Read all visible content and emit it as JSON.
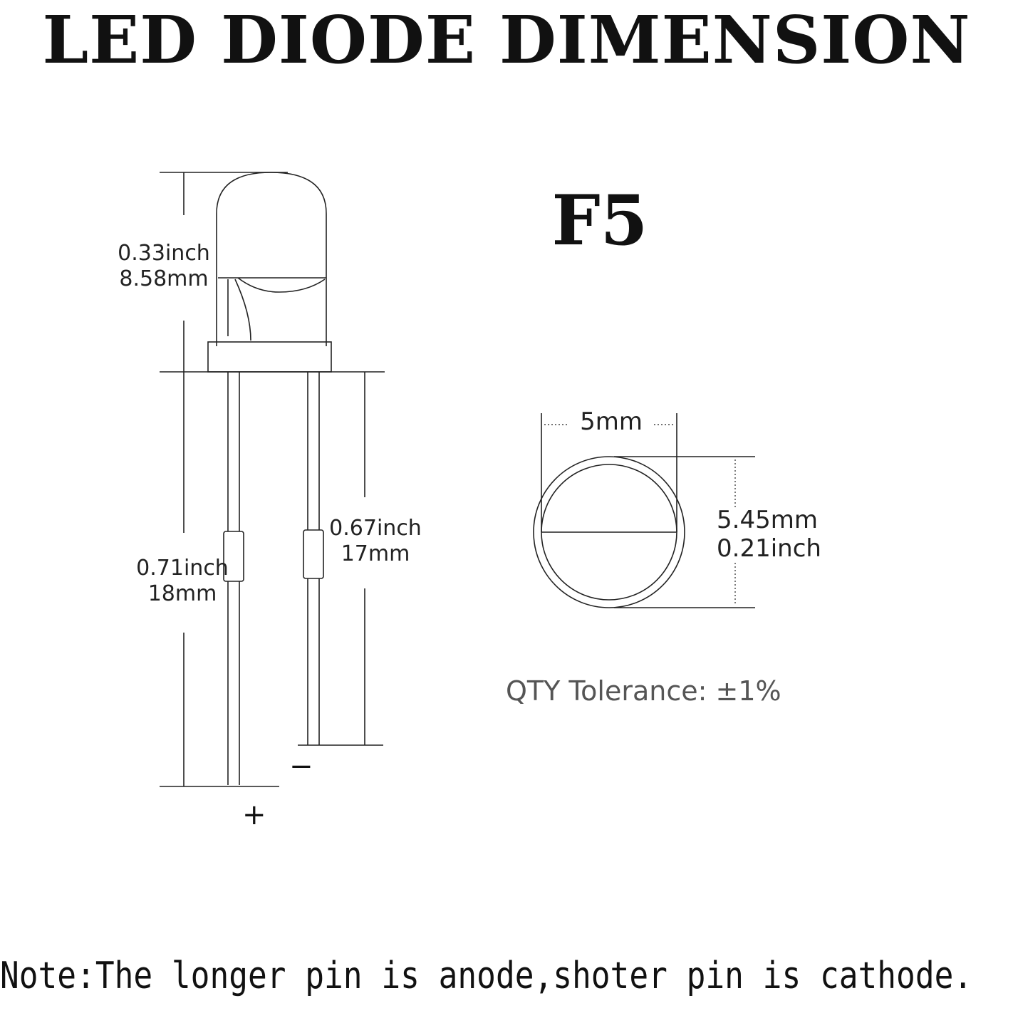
{
  "title": "LED DIODE DIMENSION",
  "model": "F5",
  "dimensions": {
    "lens_height": {
      "inch": "0.33inch",
      "mm": "8.58mm"
    },
    "anode_length": {
      "inch": "0.71inch",
      "mm": "18mm"
    },
    "cathode_length": {
      "inch": "0.67inch",
      "mm": "17mm"
    },
    "lens_diameter": {
      "mm": "5mm"
    },
    "flange_diameter": {
      "mm": "5.45mm",
      "inch": "0.21inch"
    }
  },
  "pins": {
    "anode_sign": "+",
    "cathode_sign": "−"
  },
  "tolerance": "QTY Tolerance: ±1%",
  "note": "Note:The longer pin is anode,shoter pin is cathode."
}
